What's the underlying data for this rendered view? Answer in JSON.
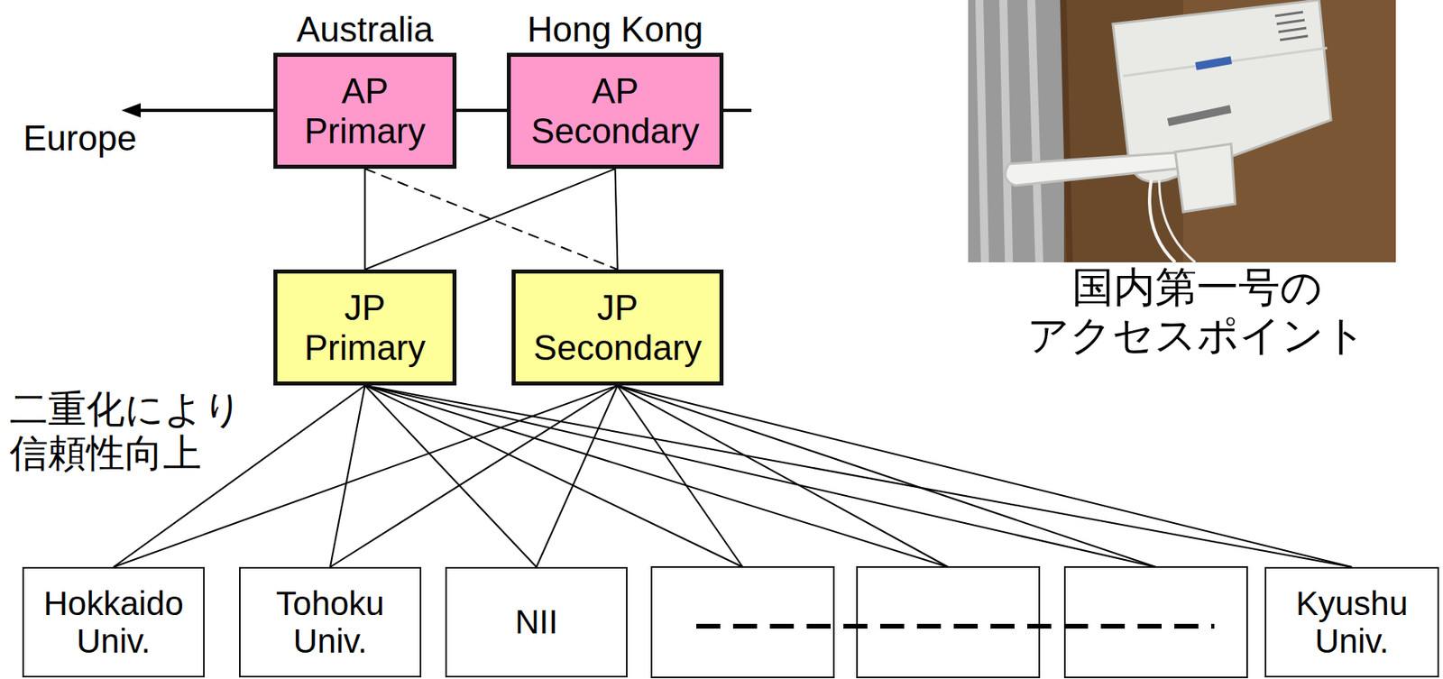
{
  "diagram": {
    "nodes": [
      {
        "text": [
          "Australia",
          "AP Primary"
        ]
      },
      {
        "text": [
          "Hong Kong",
          "AP Secondary"
        ]
      },
      {
        "text": [
          "JP Primary"
        ]
      },
      {
        "text": [
          "JP Secondary"
        ]
      },
      {
        "text": [
          "Hokkaido Univ."
        ]
      },
      {
        "text": [
          "Tohoku Univ."
        ]
      },
      {
        "text": [
          "NII"
        ]
      },
      {
        "text": [
          "Kyushu Univ."
        ]
      }
    ],
    "edges": [
      {
        "from": 0,
        "to": 2,
        "arrow": "none"
      },
      {
        "from": 0,
        "to": 3,
        "arrow": "none"
      },
      {
        "from": 1,
        "to": 2,
        "arrow": "none"
      },
      {
        "from": 1,
        "to": 3,
        "arrow": "none"
      },
      {
        "from": 2,
        "to": 4,
        "arrow": "none"
      },
      {
        "from": 2,
        "to": 5,
        "arrow": "none"
      },
      {
        "from": 2,
        "to": 6,
        "arrow": "none"
      },
      {
        "from": 2,
        "to": 7,
        "arrow": "none"
      },
      {
        "from": 3,
        "to": 4,
        "arrow": "none"
      },
      {
        "from": 3,
        "to": 5,
        "arrow": "none"
      },
      {
        "from": 3,
        "to": 6,
        "arrow": "none"
      },
      {
        "from": 3,
        "to": 7,
        "arrow": "none"
      }
    ],
    "labels": [
      "Europe",
      "国内第一号の アクセスポイント",
      "二重化により 信頼性向上"
    ]
  }
}
